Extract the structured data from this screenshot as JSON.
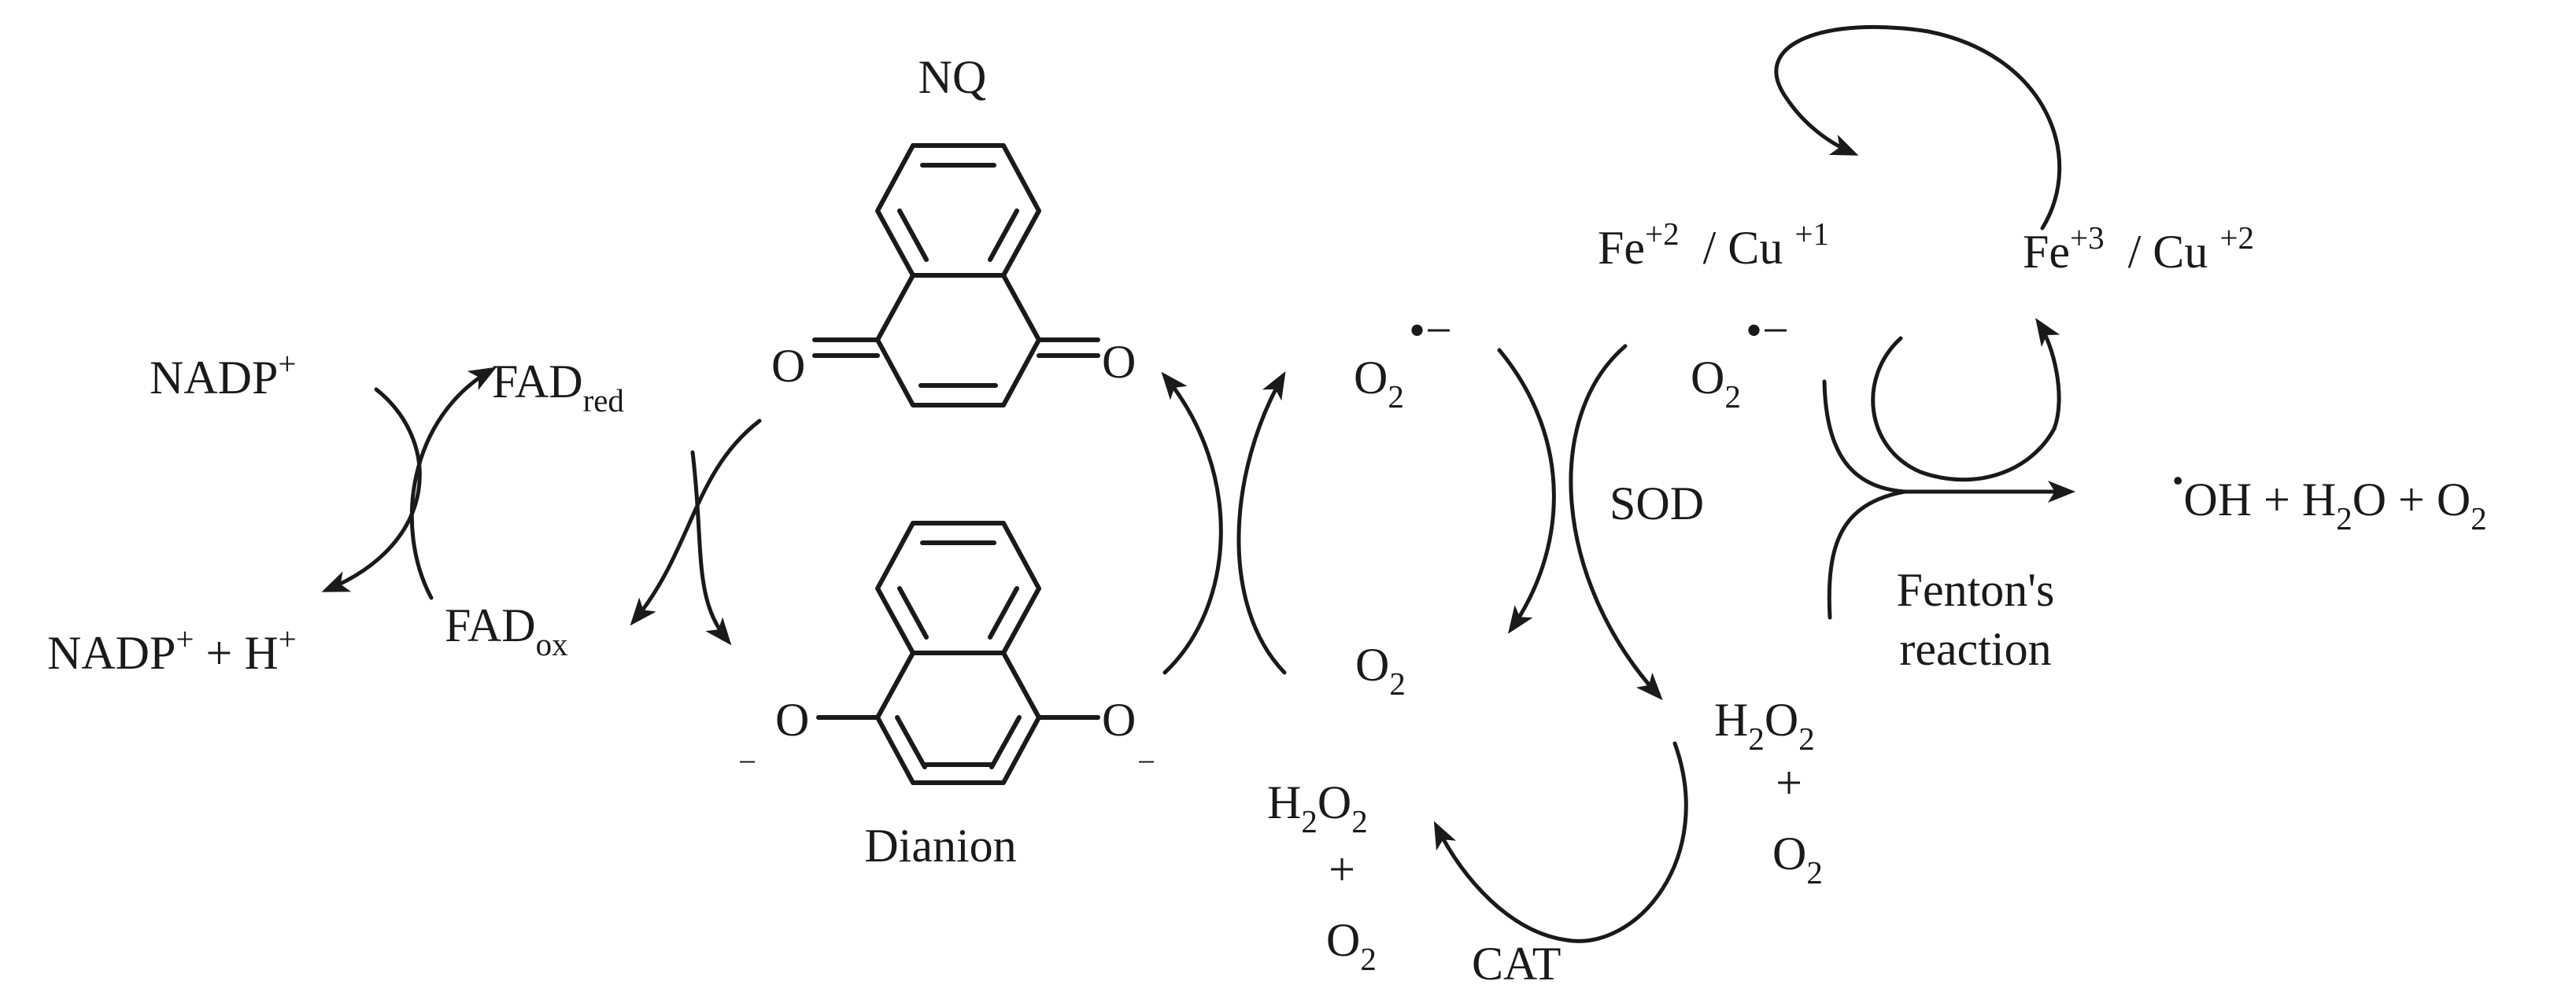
{
  "labels": {
    "nq": "NQ",
    "dianion": "Dianion",
    "sod": "SOD",
    "cat": "CAT",
    "fenton_line1": "Fenton's",
    "fenton_line2": "reaction",
    "plus": "+"
  },
  "species": {
    "nadp_plus": {
      "base": "NADP",
      "sup": "+"
    },
    "nadp_h": {
      "a": "NADP",
      "a_sup": "+",
      "mid": " + H",
      "b_sup": "+"
    },
    "fad_red": {
      "base": "FAD",
      "sub": "red"
    },
    "fad_ox": {
      "base": "FAD",
      "sub": "ox"
    },
    "quinone_o": "O",
    "phenolate_o": "O",
    "minus_charge": "−",
    "o2": {
      "base": "O",
      "sub": "2"
    },
    "radical_mark": "•−",
    "h2o2": {
      "a": "H",
      "a_sub": "2",
      "b": "O",
      "b_sub": "2"
    },
    "fe2_cu1": {
      "a": "Fe",
      "a_sup": "+2",
      "mid": "  / Cu ",
      "b_sup": "+1"
    },
    "fe3_cu2": {
      "a": "Fe",
      "a_sup": "+3",
      "mid": "  / Cu ",
      "b_sup": "+2"
    },
    "products": {
      "dot": "•",
      "a": "OH + H",
      "a_sub": "2",
      "b": "O + O",
      "b_sub": "2"
    }
  }
}
